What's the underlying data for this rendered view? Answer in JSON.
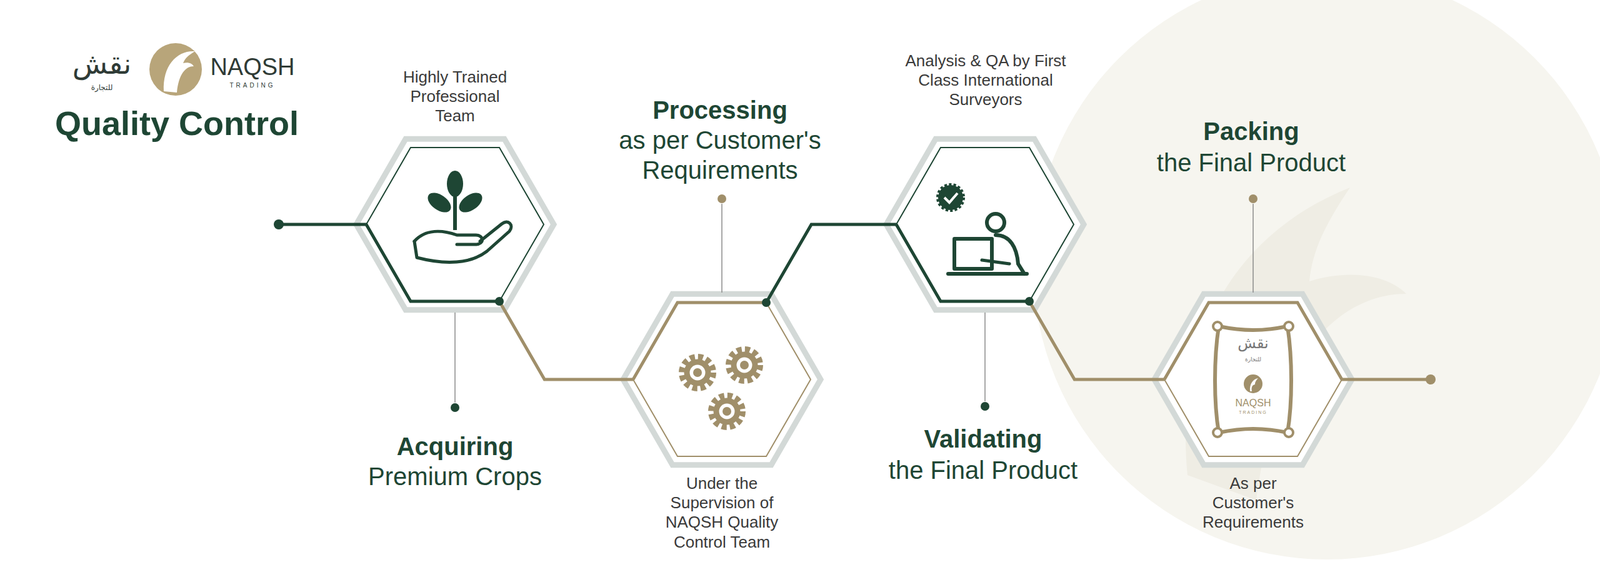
{
  "diagram": {
    "title": "Quality Control",
    "nodes": [
      {
        "text": [
          "Acquiring",
          "Premium Crops",
          "Highly Trained Professional Team"
        ]
      },
      {
        "text": [
          "Processing",
          "as per Customer's Requirements",
          "Under the Supervision of NAQSH Quality Control Team"
        ]
      },
      {
        "text": [
          "Validating",
          "the Final Product",
          "Analysis & QA by First Class International Surveyors"
        ]
      },
      {
        "text": [
          "Packing",
          "the Final Product",
          "As per Customer's Requirements"
        ]
      }
    ],
    "edges": [
      {
        "from": 0,
        "to": 1,
        "arrow": "none"
      },
      {
        "from": 1,
        "to": 2,
        "arrow": "none"
      },
      {
        "from": 2,
        "to": 3,
        "arrow": "none"
      }
    ],
    "labels": [
      "نقش",
      "للتجارة",
      "NAQSH",
      "TRADING",
      "نقش",
      "للتجارة",
      "NAQSH",
      "TRADING"
    ]
  }
}
